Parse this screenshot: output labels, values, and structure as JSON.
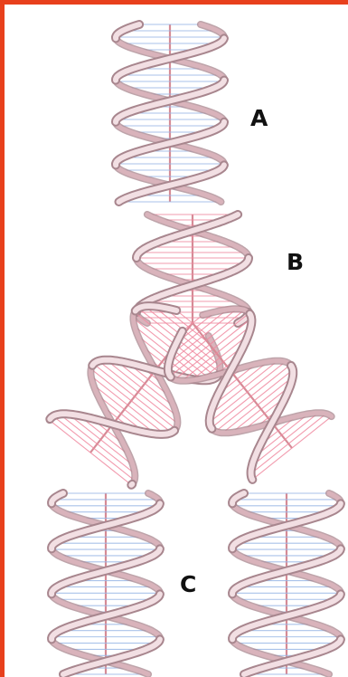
{
  "labels": {
    "a": "A",
    "b": "B",
    "c": "C"
  },
  "colors": {
    "frame": "#e8401c",
    "backbone_light": "#f2dfe3",
    "backbone_mid": "#d9b3bb",
    "backbone_dark": "#a8868e",
    "rung_pink": "#f08aa0",
    "rung_blue": "#9bb8e6",
    "axis": "#d58b96"
  }
}
